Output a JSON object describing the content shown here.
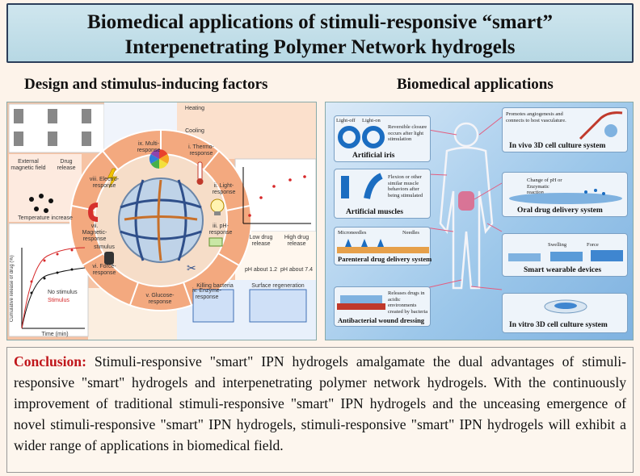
{
  "title": {
    "line1": "Biomedical applications of stimuli-responsive “smart”",
    "line2": "Interpenetrating Polymer Network hydrogels"
  },
  "sections": {
    "left": "Design and stimulus-inducing factors",
    "right": "Biomedical applications"
  },
  "left_wheel": {
    "sectors": [
      {
        "label": "ix. Multi-response"
      },
      {
        "label": "i. Thermo-response"
      },
      {
        "label": "ii. Light-response"
      },
      {
        "label": "iii. pH-response"
      },
      {
        "label": "iv. Enzyme-response"
      },
      {
        "label": "v. Glucose-response"
      },
      {
        "label": "vi. Force-response"
      },
      {
        "label": "vii. Magnetic-response"
      },
      {
        "label": "viii. Electro-response"
      }
    ],
    "plot": {
      "ylabel": "Cumulative release of drug (%)",
      "xlabel": "Time (min)",
      "legend": [
        "No stimulus",
        "Stimulus"
      ]
    },
    "small_labels": {
      "low_release": "Low drug release",
      "high_release": "High drug release",
      "ph_low": "pH about 1.2",
      "ph_high": "pH about 7.4",
      "heating": "Heating",
      "cooling": "Cooling",
      "killing": "Killing bacteria",
      "regeneration": "Surface regeneration",
      "external": "External magnetic field",
      "drug": "Drug release",
      "temperature": "Temperature increase",
      "stimulus": "stimulus"
    }
  },
  "applications": {
    "artificial_iris": {
      "title": "Artificial iris",
      "light_off": "Light-off",
      "light_on": "Light-on",
      "desc": "Reversible closure occurs after light stimulation"
    },
    "artificial_muscles": {
      "title": "Artificial muscles",
      "desc": "Flexion or other similar muscle behaviors after being stimulated"
    },
    "parenteral": {
      "title": "Parenteral drug delivery system",
      "microneedles": "Microneedles",
      "needles": "Needles"
    },
    "antibacterial": {
      "title": "Antibacterial wound dressing",
      "desc": "Releases drugs in acidic environments created by bacteria"
    },
    "in_vivo": {
      "title": "In vivo 3D cell culture system",
      "desc": "Promotes angiogenesis and connects to host vasculature."
    },
    "oral": {
      "title": "Oral drug delivery system",
      "desc": "Change of pH or Enzymatic reaction"
    },
    "wearable": {
      "title": "Smart wearable devices",
      "swelling": "Swelling",
      "force": "Force"
    },
    "in_vitro": {
      "title": "In vitro 3D cell culture system"
    }
  },
  "conclusion": {
    "lead": "Conclusion:",
    "text": " Stimuli-responsive \"smart\" IPN hydrogels amalgamate the dual advantages of stimuli-responsive \"smart\" hydrogels and interpenetrating polymer network hydrogels. With the continuously improvement of traditional stimuli-responsive \"smart\" IPN hydrogels and the unceasing emergence of novel stimuli-responsive \"smart\" IPN hydrogels, stimuli-responsive \"smart\" IPN hydrogels will exhibit a wider range of applications in biomedical field."
  },
  "colors": {
    "title_bg": "#c4dfe9",
    "left_bg": "#f4b79a",
    "right_bg": "#9cc7ea",
    "conclusion_lead": "#c0161b"
  }
}
